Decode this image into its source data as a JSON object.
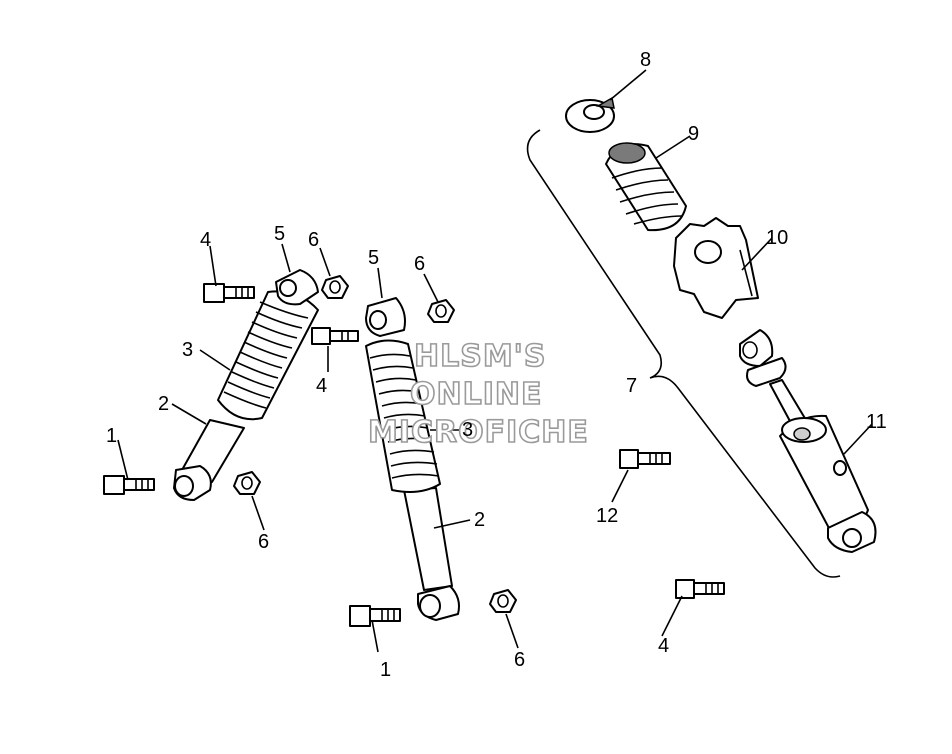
{
  "diagram": {
    "callouts": {
      "c_1a": "1",
      "c_1b": "1",
      "c_2a": "2",
      "c_2b": "2",
      "c_3a": "3",
      "c_3b": "3",
      "c_4a": "4",
      "c_4b": "4",
      "c_4c": "4",
      "c_5a": "5",
      "c_5b": "5",
      "c_6a": "6",
      "c_6b": "6",
      "c_6c": "6",
      "c_6d": "6",
      "c_7": "7",
      "c_8": "8",
      "c_9": "9",
      "c_10": "10",
      "c_11": "11",
      "c_12": "12"
    },
    "watermark": {
      "line1": "HLSM'S",
      "line2": "ONLINE",
      "line3": "MICROFICHE"
    }
  }
}
